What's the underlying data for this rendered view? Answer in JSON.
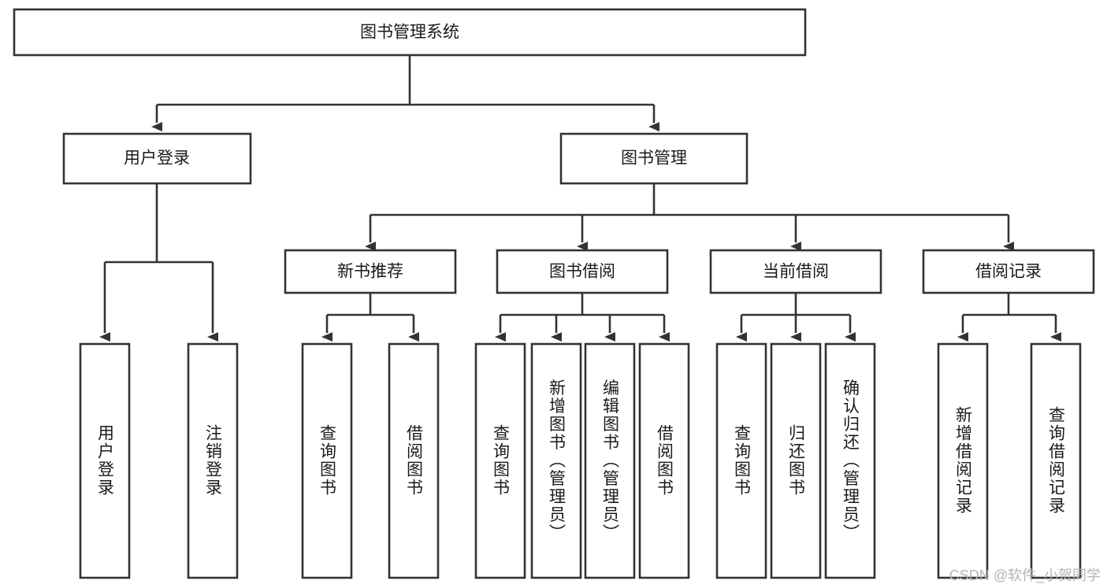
{
  "diagram": {
    "type": "hierarchy-tree",
    "title": "图书管理系统",
    "watermark": "CSDN @软件_小贺同学",
    "colors": {
      "stroke": "#333333",
      "fill": "#ffffff",
      "text": "#1a1a1a",
      "watermark": "#b4b4b4"
    },
    "levels": [
      {
        "level": 1,
        "nodes": [
          {
            "id": "root",
            "label": "图书管理系统",
            "orientation": "horizontal"
          }
        ]
      },
      {
        "level": 2,
        "nodes": [
          {
            "id": "login",
            "label": "用户登录",
            "orientation": "horizontal",
            "parent": "root"
          },
          {
            "id": "bookmgmt",
            "label": "图书管理",
            "orientation": "horizontal",
            "parent": "root"
          }
        ]
      },
      {
        "level": 3,
        "nodes": [
          {
            "id": "newbook",
            "label": "新书推荐",
            "orientation": "horizontal",
            "parent": "bookmgmt"
          },
          {
            "id": "borrow",
            "label": "图书借阅",
            "orientation": "horizontal",
            "parent": "bookmgmt"
          },
          {
            "id": "current",
            "label": "当前借阅",
            "orientation": "horizontal",
            "parent": "bookmgmt"
          },
          {
            "id": "record",
            "label": "借阅记录",
            "orientation": "horizontal",
            "parent": "bookmgmt"
          }
        ]
      },
      {
        "level": 4,
        "nodes": [
          {
            "id": "leaf-1",
            "label": "用户登录",
            "orientation": "vertical",
            "parent": "login"
          },
          {
            "id": "leaf-2",
            "label": "注销登录",
            "orientation": "vertical",
            "parent": "login"
          },
          {
            "id": "leaf-3",
            "label": "查询图书",
            "orientation": "vertical",
            "parent": "newbook"
          },
          {
            "id": "leaf-4",
            "label": "借阅图书",
            "orientation": "vertical",
            "parent": "newbook"
          },
          {
            "id": "leaf-5",
            "label": "查询图书",
            "orientation": "vertical",
            "parent": "borrow"
          },
          {
            "id": "leaf-6",
            "label": "新增图书（管理员）",
            "orientation": "vertical",
            "parent": "borrow"
          },
          {
            "id": "leaf-7",
            "label": "编辑图书（管理员）",
            "orientation": "vertical",
            "parent": "borrow"
          },
          {
            "id": "leaf-8",
            "label": "借阅图书",
            "orientation": "vertical",
            "parent": "borrow"
          },
          {
            "id": "leaf-9",
            "label": "查询图书",
            "orientation": "vertical",
            "parent": "current"
          },
          {
            "id": "leaf-10",
            "label": "归还图书",
            "orientation": "vertical",
            "parent": "current"
          },
          {
            "id": "leaf-11",
            "label": "确认归还（管理员）",
            "orientation": "vertical",
            "parent": "current"
          },
          {
            "id": "leaf-12",
            "label": "新增借阅记录",
            "orientation": "vertical",
            "parent": "record"
          },
          {
            "id": "leaf-13",
            "label": "查询借阅记录",
            "orientation": "vertical",
            "parent": "record"
          }
        ]
      }
    ]
  }
}
